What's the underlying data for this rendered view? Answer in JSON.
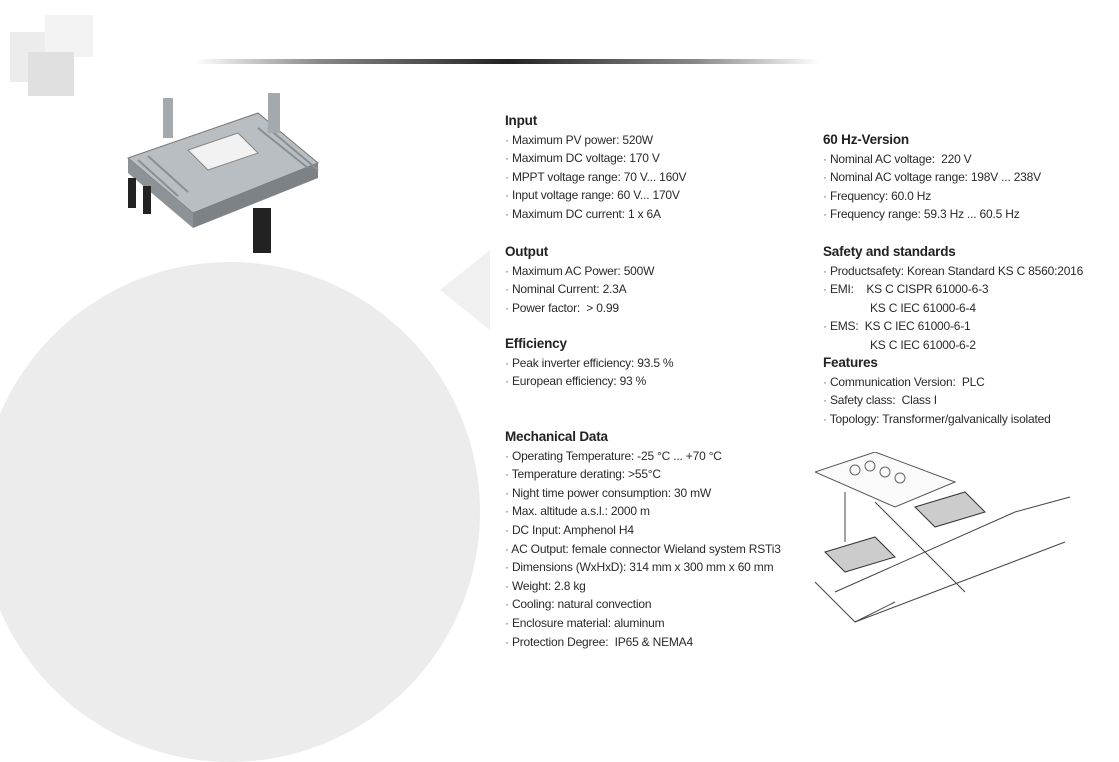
{
  "columns": [
    [
      {
        "heading": "Input",
        "items": [
          {
            "text": "Maximum PV power: 520W"
          },
          {
            "text": "Maximum DC voltage: 170 V"
          },
          {
            "text": "MPPT voltage range: 70 V... 160V"
          },
          {
            "text": "Input voltage range: 60 V... 170V"
          },
          {
            "text": "Maximum DC current: 1 x 6A"
          }
        ]
      },
      {
        "heading": "Output",
        "items": [
          {
            "text": "Maximum AC Power: 500W"
          },
          {
            "text": "Nominal Current: 2.3A"
          },
          {
            "text": "Power factor:  > 0.99"
          }
        ]
      },
      {
        "heading": "Efficiency",
        "items": [
          {
            "text": "Peak inverter efficiency: 93.5 %"
          },
          {
            "text": "European efficiency: 93 %"
          }
        ]
      },
      {
        "heading": "Mechanical Data",
        "items": [
          {
            "text": "Operating Temperature: -25 °C ... +70 °C"
          },
          {
            "text": "Temperature derating: >55°C"
          },
          {
            "text": "Night time power consumption: 30 mW"
          },
          {
            "text": "Max. altitude a.s.l.: 2000 m"
          },
          {
            "text": "DC Input: Amphenol H4"
          },
          {
            "text": "AC Output: female connector Wieland system RSTi3"
          },
          {
            "text": "Dimensions (WxHxD): 314 mm x 300 mm x 60 mm"
          },
          {
            "text": "Weight: 2.8 kg"
          },
          {
            "text": "Cooling: natural convection"
          },
          {
            "text": "Enclosure material: aluminum"
          },
          {
            "text": "Protection Degree:  IP65 & NEMA4"
          }
        ]
      }
    ],
    [
      {
        "heading": "60 Hz-Version",
        "items": [
          {
            "text": "Nominal AC voltage:  220 V"
          },
          {
            "text": "Nominal AC voltage range: 198V ... 238V"
          },
          {
            "text": "Frequency: 60.0 Hz"
          },
          {
            "text": "Frequency range: 59.3 Hz ... 60.5 Hz"
          }
        ]
      },
      {
        "heading": "Safety and standards",
        "items": [
          {
            "text": "Productsafety: Korean Standard KS C 8560:2016"
          },
          {
            "text": "EMI:    KS C CISPR 61000-6-3"
          },
          {
            "text": "KS C IEC 61000-6-4",
            "indent": true
          },
          {
            "text": "EMS:  KS C IEC 61000-6-1"
          },
          {
            "text": "KS C IEC 61000-6-2",
            "indent": true
          }
        ]
      },
      {
        "heading": "Features",
        "items": [
          {
            "text": "Communication Version:  PLC"
          },
          {
            "text": "Safety class:  Class I"
          },
          {
            "text": "Topology: Transformer/galvanically isolated"
          }
        ]
      }
    ]
  ]
}
